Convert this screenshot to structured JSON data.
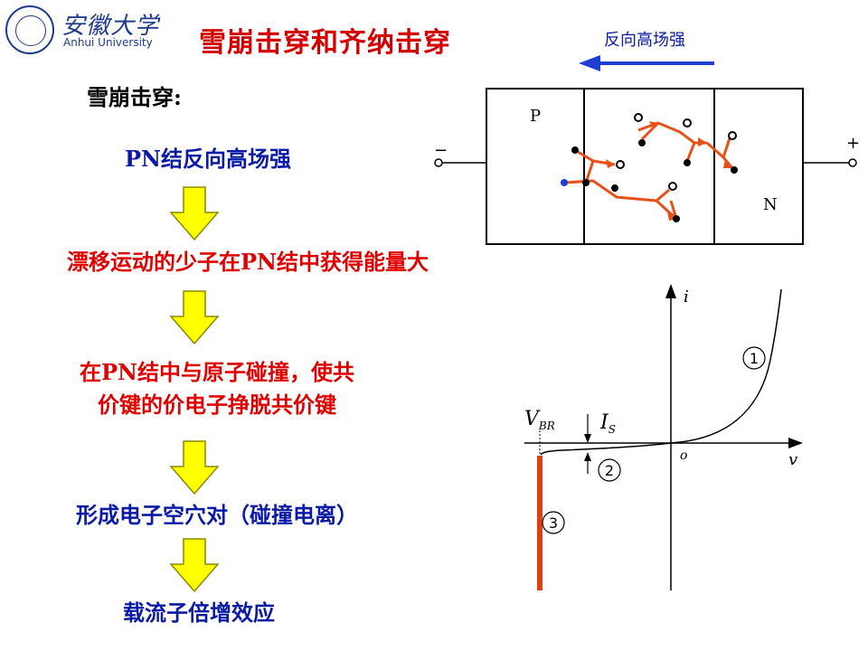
{
  "logo": {
    "cn": "安徽大学",
    "en": "Anhui University"
  },
  "title": "雪崩击穿和齐纳击穿",
  "subtitle": "雪崩击穿:",
  "flow": [
    {
      "text": "PN结反向高场强",
      "color": "#0a1aa6"
    },
    {
      "text": "漂移运动的少子在PN结中获得能量大",
      "color": "#e00000"
    },
    {
      "text": "在PN结中与原子碰撞，使共",
      "color": "#e00000"
    },
    {
      "text": "价键的价电子挣脱共价键",
      "color": "#e00000"
    },
    {
      "text": "形成电子空穴对（碰撞电离）",
      "color": "#0a1aa6"
    },
    {
      "text": "载流子倍增效应",
      "color": "#0a1aa6"
    }
  ],
  "pn_diagram": {
    "field_label": "反向高场强",
    "p_label": "P",
    "n_label": "N",
    "minus_label": "−",
    "plus_label": "+"
  },
  "iv_curve": {
    "y_axis": "i",
    "x_axis": "v",
    "origin": "o",
    "vbr_label": "V",
    "vbr_sub": "BR",
    "is_label": "I",
    "is_sub": "S",
    "curve_labels": [
      "1",
      "2",
      "3"
    ]
  },
  "colors": {
    "arrow_fill": "#ffff00",
    "arrow_stroke": "#8a8a00",
    "electron_path": "#e8501a",
    "breakdown_line": "#e04010",
    "field_arrow": "#1f3fd0"
  }
}
